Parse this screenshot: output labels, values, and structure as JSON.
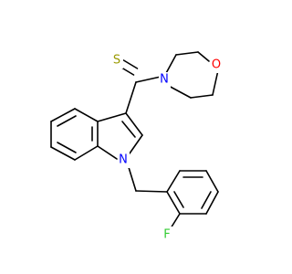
{
  "molecule": {
    "atoms": {
      "S": {
        "symbol": "S",
        "color": "#9a9a00"
      },
      "N_morph": {
        "symbol": "N",
        "color": "#0000ff"
      },
      "O": {
        "symbol": "O",
        "color": "#ff0000"
      },
      "N_indole": {
        "symbol": "N",
        "color": "#0000ff"
      },
      "F": {
        "symbol": "F",
        "color": "#33cc33"
      }
    },
    "bond_color": "#000000"
  }
}
